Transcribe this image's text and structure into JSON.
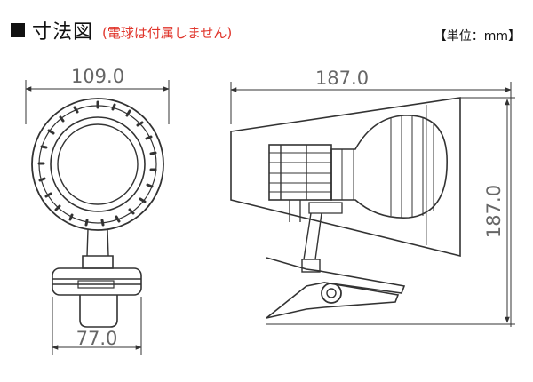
{
  "header": {
    "title": "寸法図",
    "note": "(電球は付属しません)",
    "unit": "【単位：mm】"
  },
  "dimensions": {
    "front_width": "109.0",
    "clip_width": "77.0",
    "side_length": "187.0",
    "side_height": "187.0"
  }
}
